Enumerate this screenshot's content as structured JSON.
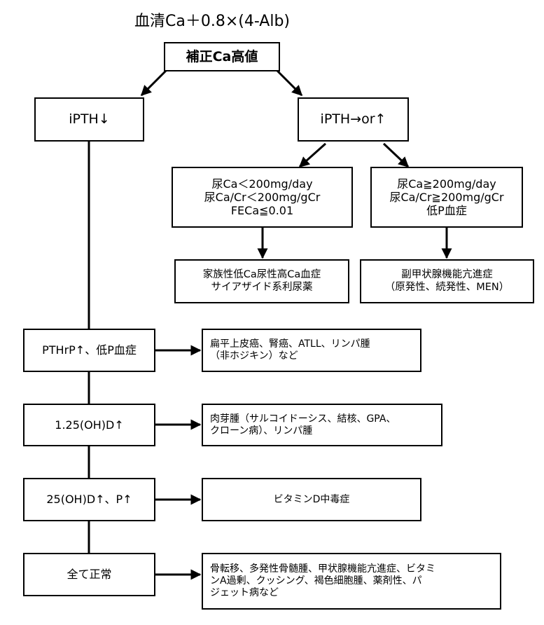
{
  "formula": "血清Ca＋0.8×(4-Alb)",
  "nodes": {
    "root": "補正Ca高値",
    "ipth_low": "iPTH↓",
    "ipth_normal_high": "iPTH→or↑",
    "urine_low": [
      "尿Ca＜200mg/day",
      "尿Ca/Cr＜200mg/gCr",
      "FECa≦0.01"
    ],
    "urine_high": [
      "尿Ca≧200mg/day",
      "尿Ca/Cr≧200mg/gCr",
      "低P血症"
    ],
    "fhh": [
      "家族性低Ca尿性高Ca血症",
      "サイアザイド系利尿薬"
    ],
    "hpt": [
      "副甲状腺機能亢進症",
      "（原発性、続発性、MEN）"
    ],
    "pthrp": "PTHrP↑、低P血症",
    "pthrp_result": [
      "扁平上皮癌、腎癌、ATLL、リンパ腫",
      "（非ホジキン）など"
    ],
    "calcitriol": "1.25(OH)D↑",
    "calcitriol_result": [
      "肉芽腫（サルコイドーシス、結核、GPA、",
      "クローン病）、リンパ腫"
    ],
    "calcidiol": "25(OH)D↑、P↑",
    "calcidiol_result": "ビタミンD中毒症",
    "all_normal": "全て正常",
    "all_normal_result": [
      "骨転移、多発性骨髄腫、甲状腺機能亢進症、ビタミ",
      "ンA過剰、クッシング、褐色細胞腫、薬剤性、パ",
      "ジェット病など"
    ]
  }
}
